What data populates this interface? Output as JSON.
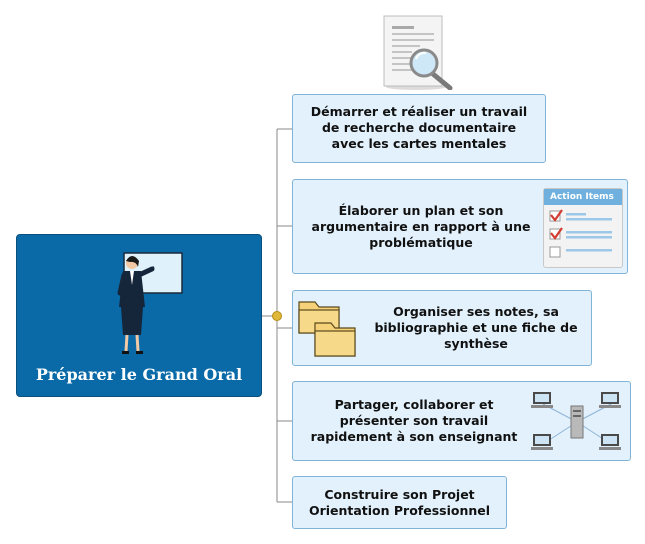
{
  "root": {
    "title": "Préparer le Grand Oral",
    "figure_icon": "presenter-icon"
  },
  "top_icon": "document-search-icon",
  "topics": [
    {
      "id": "recherche",
      "lines": [
        "Démarrer et réaliser un travail",
        "de recherche documentaire",
        "avec les cartes mentales"
      ],
      "icon": ""
    },
    {
      "id": "plan",
      "lines": [
        "Élaborer un plan et son",
        "argumentaire en rapport à une",
        "problématique"
      ],
      "icon": "action-items-icon",
      "icon_title": "Action Items"
    },
    {
      "id": "notes",
      "lines": [
        "Organiser ses notes, sa",
        "bibliographie et une fiche de",
        "synthèse"
      ],
      "icon": "folders-icon"
    },
    {
      "id": "partager",
      "lines": [
        "Partager, collaborer et",
        "présenter son travail",
        "rapidement à son enseignant"
      ],
      "icon": "network-icon"
    },
    {
      "id": "projet",
      "lines": [
        "Construire son Projet",
        "Orientation Professionnel"
      ],
      "icon": ""
    }
  ],
  "colors": {
    "root_bg": "#0a6aa8",
    "topic_bg": "#e2f1fb",
    "topic_border": "#7fb4d6",
    "connector": "#8a8a8a",
    "junction": "#e0b83a"
  }
}
